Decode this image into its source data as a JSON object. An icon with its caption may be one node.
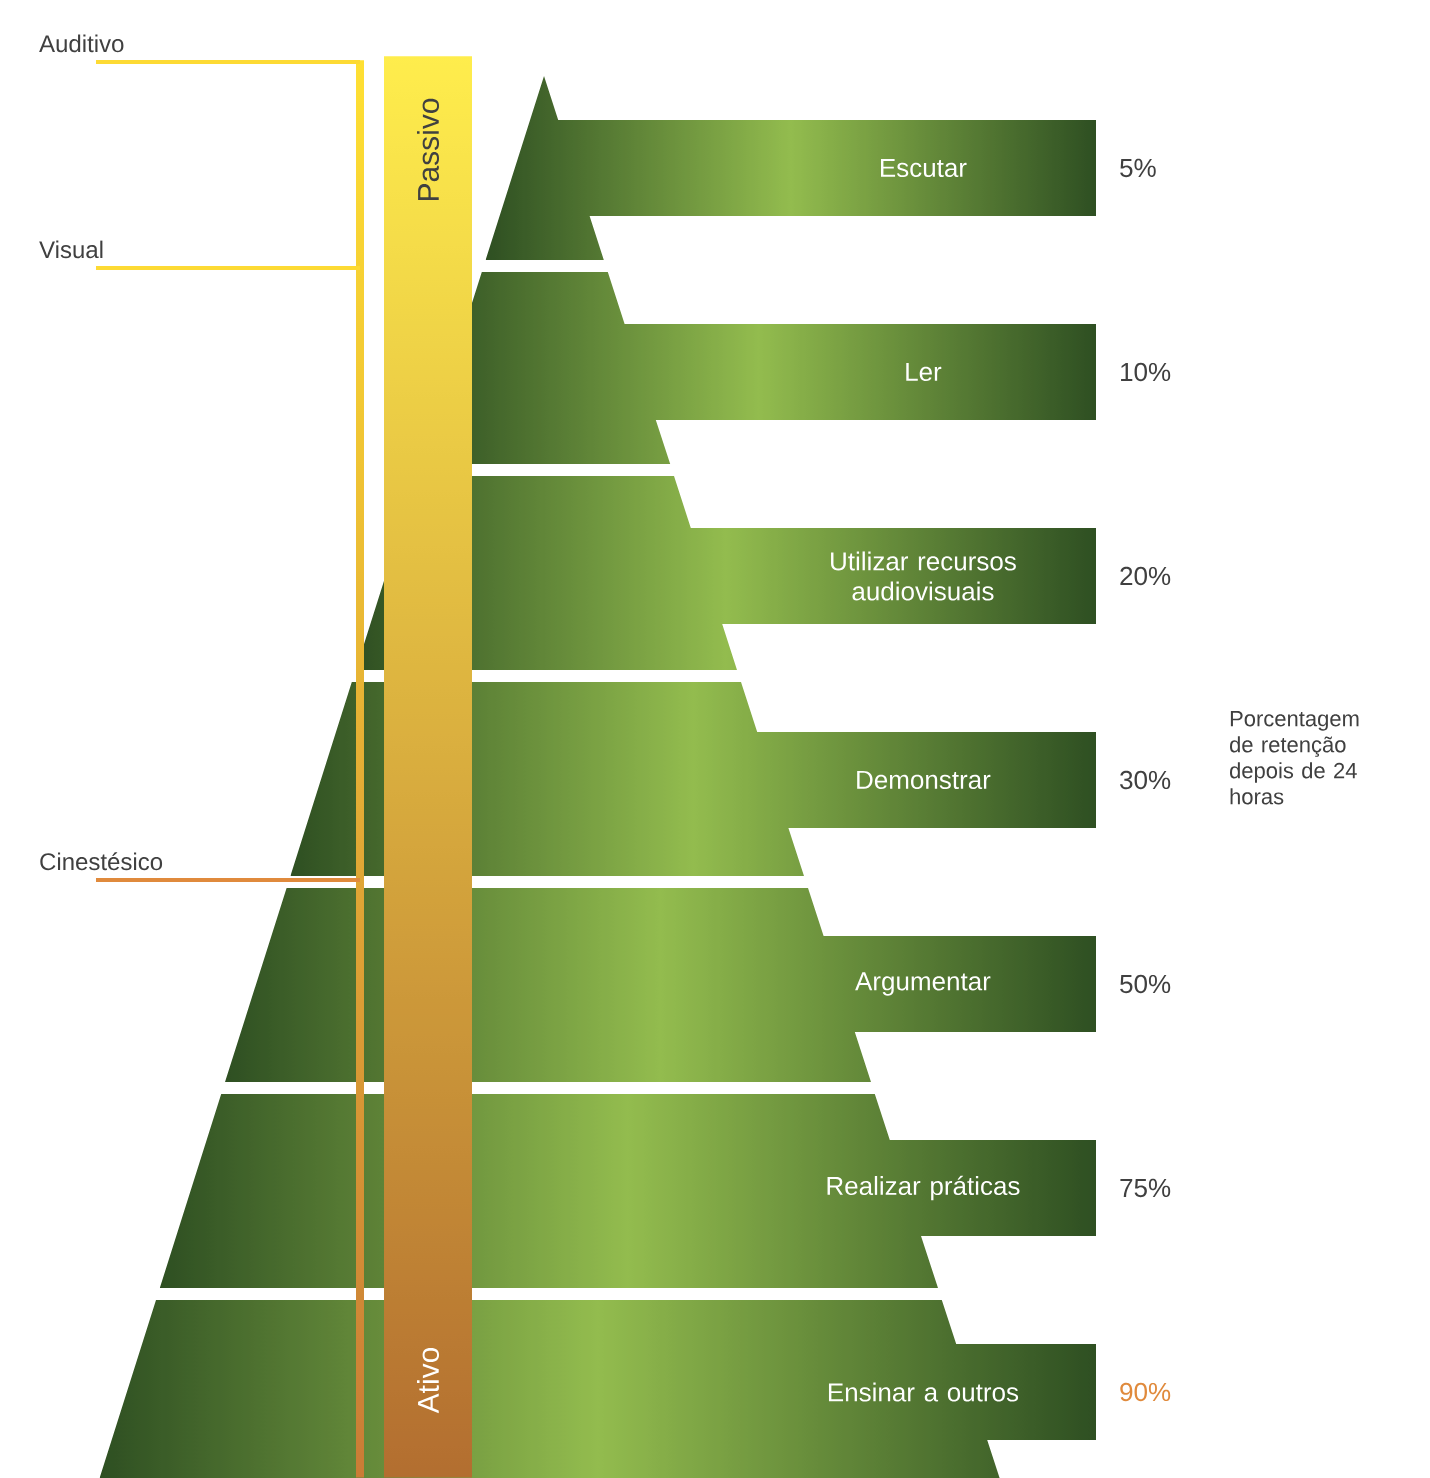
{
  "diagram": {
    "nodes": [
      {
        "text": [
          "Passivo",
          "Ativo"
        ]
      },
      {
        "text": [
          "Escutar"
        ]
      },
      {
        "text": [
          "Ler"
        ]
      },
      {
        "text": [
          "Utilizar recursos audiovisuais"
        ]
      },
      {
        "text": [
          "Demonstrar"
        ]
      },
      {
        "text": [
          "Argumentar"
        ]
      },
      {
        "text": [
          "Realizar práticas"
        ]
      },
      {
        "text": [
          "Ensinar a outros"
        ]
      }
    ],
    "labels": [
      "Auditivo",
      "Visual",
      "Cinestésico",
      "Porcentagem de retenção depois de 24 horas",
      "5%",
      "10%",
      "20%",
      "30%",
      "50%",
      "75%",
      "90%"
    ]
  }
}
